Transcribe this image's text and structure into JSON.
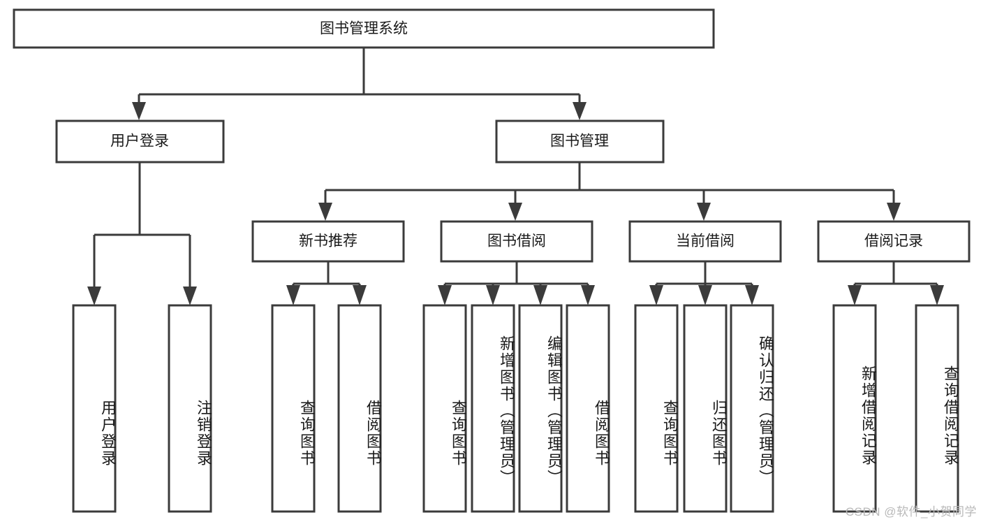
{
  "diagram": {
    "type": "tree-hierarchy",
    "title": "图书管理系统",
    "orientation": "top-down",
    "colors": {
      "box_stroke": "#3b3b3b",
      "box_fill": "#ffffff",
      "text": "#1a1a1a",
      "background": "#ffffff",
      "watermark": "#b9b9b9"
    },
    "root": {
      "label": "图书管理系统",
      "level": 0
    },
    "level2": [
      {
        "id": "user-login",
        "label": "用户登录"
      },
      {
        "id": "book-management",
        "label": "图书管理"
      }
    ],
    "level3": [
      {
        "id": "new-book-recommend",
        "label": "新书推荐",
        "parent": "book-management"
      },
      {
        "id": "book-borrow",
        "label": "图书借阅",
        "parent": "book-management"
      },
      {
        "id": "current-borrow",
        "label": "当前借阅",
        "parent": "book-management"
      },
      {
        "id": "borrow-record",
        "label": "借阅记录",
        "parent": "book-management"
      }
    ],
    "leaves": {
      "user-login": [
        {
          "id": "leaf-user-login",
          "label": "用户登录"
        },
        {
          "id": "leaf-logout",
          "label": "注销登录"
        }
      ],
      "new-book-recommend": [
        {
          "id": "leaf-query-book-1",
          "label": "查询图书"
        },
        {
          "id": "leaf-borrow-book-1",
          "label": "借阅图书"
        }
      ],
      "book-borrow": [
        {
          "id": "leaf-query-book-2",
          "label": "查询图书"
        },
        {
          "id": "leaf-add-book",
          "label": "新增图书（管理员）"
        },
        {
          "id": "leaf-edit-book",
          "label": "编辑图书（管理员）"
        },
        {
          "id": "leaf-borrow-book-2",
          "label": "借阅图书"
        }
      ],
      "current-borrow": [
        {
          "id": "leaf-query-book-3",
          "label": "查询图书"
        },
        {
          "id": "leaf-return-book",
          "label": "归还图书"
        },
        {
          "id": "leaf-confirm-return",
          "label": "确认归还（管理员）"
        }
      ],
      "borrow-record": [
        {
          "id": "leaf-add-record",
          "label": "新增借阅记录"
        },
        {
          "id": "leaf-query-record",
          "label": "查询借阅记录"
        }
      ]
    }
  },
  "watermark": {
    "text": "CSDN @软件_小贺同学"
  }
}
